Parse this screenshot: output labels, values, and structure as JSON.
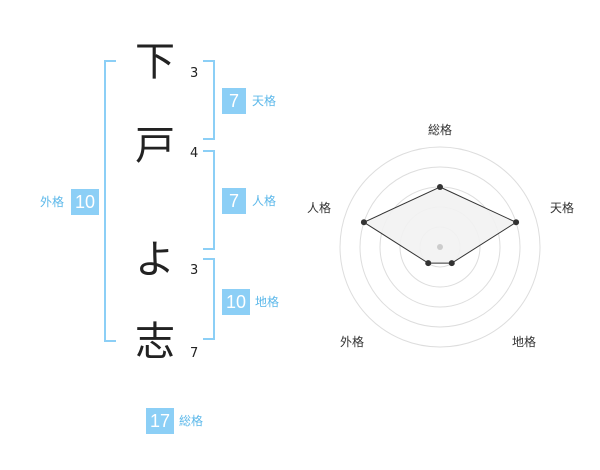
{
  "name": {
    "chars": [
      {
        "char": "下",
        "strokes": "3"
      },
      {
        "char": "戸",
        "strokes": "4"
      },
      {
        "char": "よ",
        "strokes": "3"
      },
      {
        "char": "志",
        "strokes": "7"
      }
    ]
  },
  "kaku": {
    "tenkaku": {
      "value": "7",
      "label": "天格"
    },
    "jinkaku": {
      "value": "7",
      "label": "人格"
    },
    "chikaku": {
      "value": "10",
      "label": "地格"
    },
    "gaikaku": {
      "value": "10",
      "label": "外格"
    },
    "soukaku": {
      "value": "17",
      "label": "総格"
    }
  },
  "radar": {
    "axes": [
      "総格",
      "天格",
      "地格",
      "外格",
      "人格"
    ],
    "max": 5,
    "values": [
      3,
      4,
      1,
      1,
      4
    ],
    "colors": {
      "ring": "#dddddd",
      "fill": "#f2f2f2",
      "line": "#333333",
      "center": "#cccccc"
    }
  }
}
